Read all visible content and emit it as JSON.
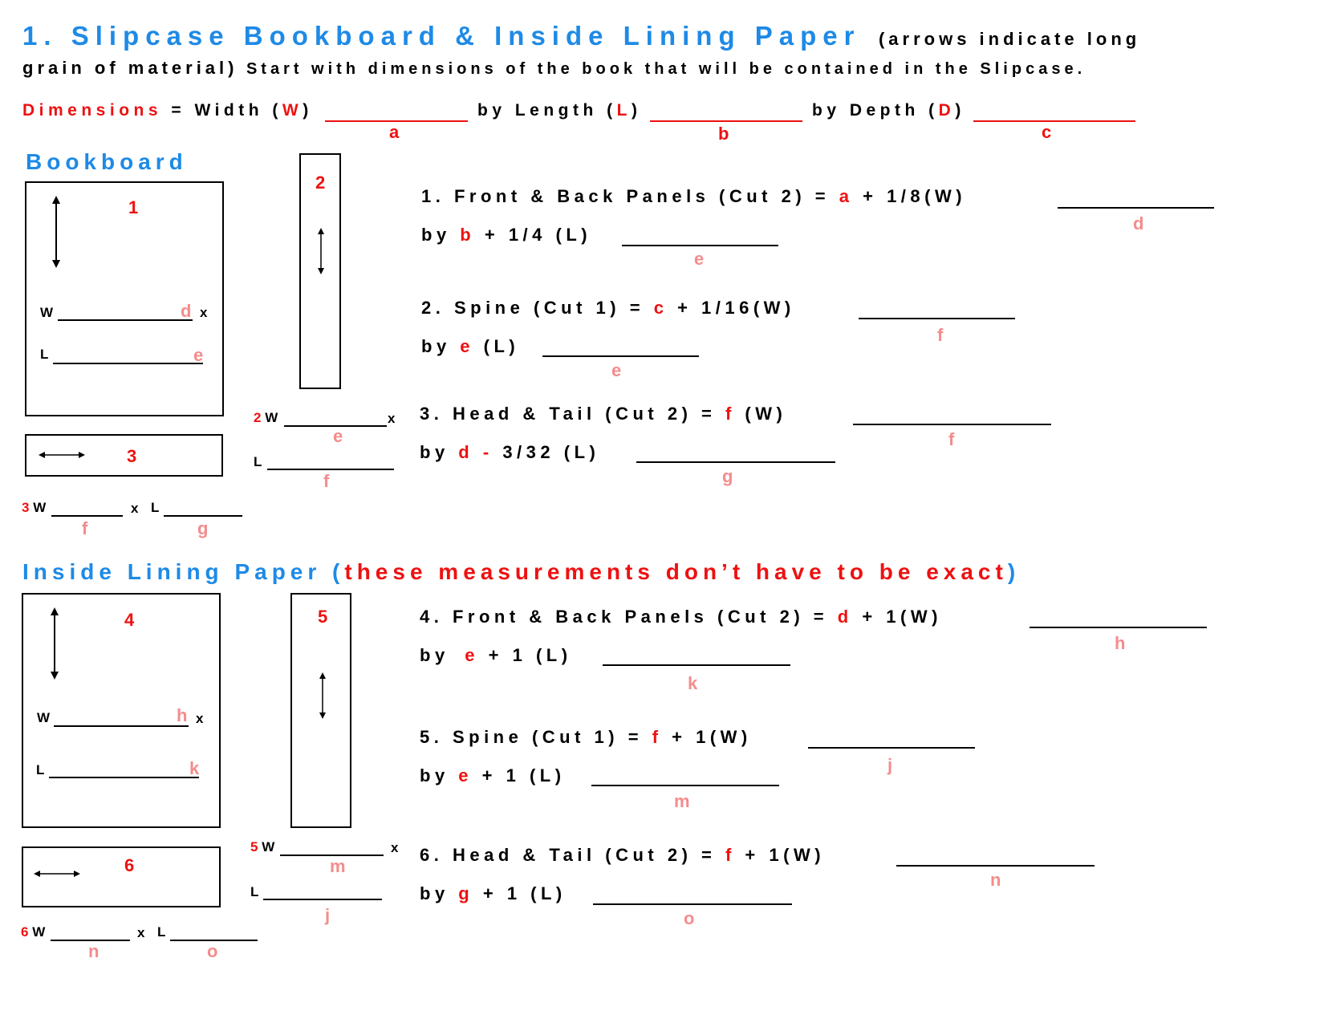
{
  "header": {
    "title": "1. Slipcase Bookboard & Inside Lining Paper",
    "title_note": "(arrows indicate long",
    "line2_a": "grain of material)",
    "line2_b": "Start with dimensions of the book that will be contained in the Slipcase."
  },
  "dimensions": {
    "label": "Dimensions",
    "eq": " = Width (",
    "w": "W",
    "close": ")",
    "by_length": "by Length (",
    "l": "L",
    "by_depth": "by Depth (",
    "d": "D",
    "letters": [
      "a",
      "b",
      "c"
    ]
  },
  "bookboard": {
    "heading": "Bookboard",
    "box1": "1",
    "box2": "2",
    "box3": "3",
    "w": "W",
    "l": "L",
    "x": "x",
    "box1_w_letter": "d",
    "box1_l_letter": "e",
    "box2_w_letter": "e",
    "box2_l_letter": "f",
    "box3_w_letter": "f",
    "box3_l_letter": "g",
    "step1_a": "1. Front & Back Panels (Cut 2) = ",
    "step1_var": "a",
    "step1_b": " + 1/8(W)",
    "step1_by": "by ",
    "step1_var2": "b",
    "step1_c": " + 1/4 (L)",
    "step1_ans1": "d",
    "step1_ans2": "e",
    "step2_a": "2. Spine (Cut 1) = ",
    "step2_var": "c",
    "step2_b": " + 1/16(W)",
    "step2_by": "by ",
    "step2_var2": "e",
    "step2_c": " (L)",
    "step2_ans1": "f",
    "step2_ans2": "e",
    "step3_a": "3. Head & Tail (Cut 2) = ",
    "step3_var": "f",
    "step3_b": " (W)",
    "step3_by": "by ",
    "step3_var2": "d",
    "step3_minus": " -",
    "step3_c": " 3/32 (L)",
    "step3_ans1": "f",
    "step3_ans2": "g"
  },
  "lining": {
    "heading": "Inside Lining Paper",
    "open": " (",
    "note": "these measurements don’t have to be exact",
    "close": ")",
    "box4": "4",
    "box5": "5",
    "box6": "6",
    "w": "W",
    "l": "L",
    "x": "x",
    "box4_w_letter": "h",
    "box4_l_letter": "k",
    "box5_w_letter": "m",
    "box5_l_letter": "j",
    "box6_w_letter": "n",
    "box6_l_letter": "o",
    "step4_a": "4. Front & Back Panels (Cut 2) = ",
    "step4_var": "d",
    "step4_b": " + 1(W)",
    "step4_by": "by ",
    "step4_var2": "e",
    "step4_c": " + 1 (L)",
    "step4_ans1": "h",
    "step4_ans2": "k",
    "step5_a": "5. Spine (Cut 1) = ",
    "step5_var": "f",
    "step5_b": " + 1(W)",
    "step5_by": "by ",
    "step5_var2": "e",
    "step5_c": " + 1 (L)",
    "step5_ans1": "j",
    "step5_ans2": "m",
    "step6_a": "6. Head & Tail (Cut 2) = ",
    "step6_var": "f",
    "step6_b": " + 1(W)",
    "step6_by": "by ",
    "step6_var2": "g",
    "step6_c": " + 1 (L)",
    "step6_ans1": "n",
    "step6_ans2": "o"
  },
  "colors": {
    "blue": "#1e8ae6",
    "red": "#ee1111",
    "pink": "#f48c8c"
  },
  "icons": [
    "vertical-double-arrow-icon",
    "horizontal-double-arrow-icon"
  ]
}
